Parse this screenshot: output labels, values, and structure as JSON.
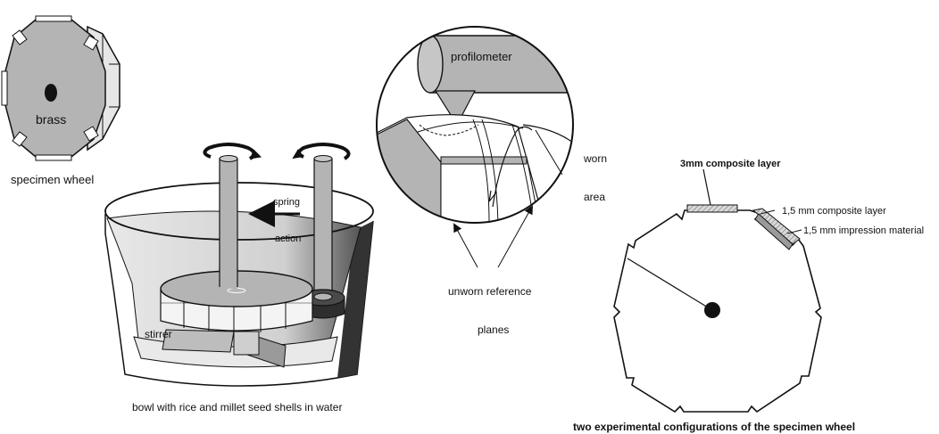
{
  "labels": {
    "brass": "brass",
    "specimen_wheel": "specimen wheel",
    "spring": "spring",
    "action": "action",
    "stirrer": "stirrer",
    "bowl_caption": "bowl with rice and millet seed shells in water",
    "profilometer": "profilometer",
    "worn": "worn",
    "area": "area",
    "unworn_reference": "unworn reference",
    "planes": "planes",
    "composite_3mm": "3mm composite layer",
    "composite_15mm": "1,5 mm composite layer",
    "impression_15mm": "1,5 mm impression material",
    "configurations_caption": "two experimental configurations of the specimen wheel"
  },
  "colors": {
    "line": "#111111",
    "gray": "#b4b4b4",
    "dark": "#3a3a3a",
    "hatch": "#cfcfcf"
  }
}
